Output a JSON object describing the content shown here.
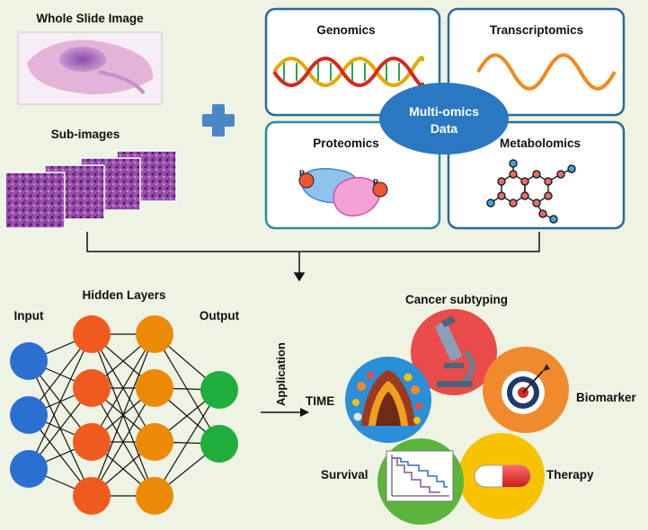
{
  "wsi": {
    "title": "Whole Slide Image",
    "sub_title": "Sub-images"
  },
  "omics": {
    "genomics": "Genomics",
    "transcriptomics": "Transcriptomics",
    "proteomics": "Proteomics",
    "metabolomics": "Metabolomics",
    "center_line1": "Multi-omics",
    "center_line2": "Data",
    "p_label": "P"
  },
  "network": {
    "input": "Input",
    "hidden": "Hidden Layers",
    "output": "Output",
    "layers": [
      3,
      4,
      4,
      2
    ]
  },
  "application": {
    "label": "Application",
    "items": [
      {
        "key": "cancer-subtyping",
        "label": "Cancer subtyping",
        "color": "#ea4b4b",
        "icon": "microscope-icon"
      },
      {
        "key": "biomarker",
        "label": "Biomarker",
        "color": "#f08a2c",
        "icon": "target-icon"
      },
      {
        "key": "therapy",
        "label": "Therapy",
        "color": "#f7c300",
        "icon": "pill-icon"
      },
      {
        "key": "survival",
        "label": "Survival",
        "color": "#5cb43c",
        "icon": "survival-curve-icon"
      },
      {
        "key": "time",
        "label": "TIME",
        "color": "#2a8fd6",
        "icon": "tumor-microenvironment-icon"
      }
    ]
  },
  "colors": {
    "background": "#eef3e4",
    "plus": "#4a86c8",
    "omics_border": "#2a6b9a",
    "omics_center": "#2b78c2",
    "input_node": "#2b6fd1",
    "hidden_node_1": "#f05a1e",
    "hidden_node_2": "#ec8a06",
    "output_node": "#1fae3c"
  }
}
